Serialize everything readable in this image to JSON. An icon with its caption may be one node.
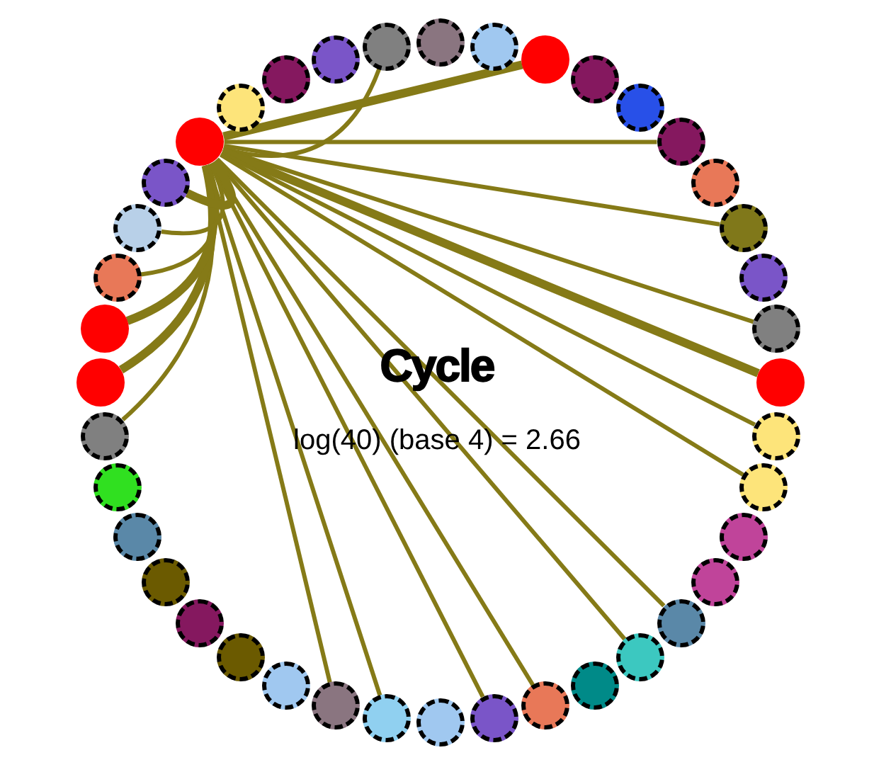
{
  "diagram": {
    "title": "Cycle",
    "nodes": [
      {
        "text": [],
        "shape": "circle"
      },
      {
        "text": [],
        "shape": "circle"
      },
      {
        "text": [],
        "shape": "circle"
      },
      {
        "text": [],
        "shape": "circle"
      },
      {
        "text": [],
        "shape": "circle"
      },
      {
        "text": [],
        "shape": "circle"
      },
      {
        "text": [],
        "shape": "circle"
      },
      {
        "text": [],
        "shape": "circle"
      },
      {
        "text": [],
        "shape": "circle"
      },
      {
        "text": [],
        "shape": "circle"
      },
      {
        "text": [],
        "shape": "circle"
      },
      {
        "text": [],
        "shape": "circle"
      },
      {
        "text": [],
        "shape": "circle"
      },
      {
        "text": [],
        "shape": "circle"
      },
      {
        "text": [],
        "shape": "circle"
      },
      {
        "text": [],
        "shape": "circle"
      },
      {
        "text": [],
        "shape": "circle"
      },
      {
        "text": [],
        "shape": "circle"
      },
      {
        "text": [],
        "shape": "circle"
      },
      {
        "text": [],
        "shape": "circle"
      },
      {
        "text": [],
        "shape": "circle"
      },
      {
        "text": [],
        "shape": "circle"
      },
      {
        "text": [],
        "shape": "circle"
      },
      {
        "text": [],
        "shape": "circle"
      },
      {
        "text": [],
        "shape": "circle"
      },
      {
        "text": [],
        "shape": "circle"
      },
      {
        "text": [],
        "shape": "circle"
      },
      {
        "text": [],
        "shape": "circle"
      },
      {
        "text": [],
        "shape": "circle"
      },
      {
        "text": [],
        "shape": "circle"
      },
      {
        "text": [],
        "shape": "circle"
      },
      {
        "text": [],
        "shape": "circle"
      },
      {
        "text": [],
        "shape": "circle"
      },
      {
        "text": [],
        "shape": "circle"
      },
      {
        "text": [],
        "shape": "circle"
      },
      {
        "text": [],
        "shape": "circle"
      },
      {
        "text": [],
        "shape": "circle"
      },
      {
        "text": [],
        "shape": "circle"
      },
      {
        "text": [],
        "shape": "circle"
      },
      {
        "text": [],
        "shape": "circle"
      }
    ],
    "edges": [
      {
        "from": 35,
        "to": 39,
        "arrow": "none"
      },
      {
        "from": 35,
        "to": 2,
        "arrow": "none",
        "style": "thick"
      },
      {
        "from": 35,
        "to": 5,
        "arrow": "none"
      },
      {
        "from": 35,
        "to": 7,
        "arrow": "none"
      },
      {
        "from": 35,
        "to": 9,
        "arrow": "none"
      },
      {
        "from": 35,
        "to": 10,
        "arrow": "none",
        "style": "thick"
      },
      {
        "from": 35,
        "to": 11,
        "arrow": "none"
      },
      {
        "from": 35,
        "to": 12,
        "arrow": "none"
      },
      {
        "from": 35,
        "to": 15,
        "arrow": "none"
      },
      {
        "from": 35,
        "to": 16,
        "arrow": "none"
      },
      {
        "from": 35,
        "to": 18,
        "arrow": "none"
      },
      {
        "from": 35,
        "to": 19,
        "arrow": "none"
      },
      {
        "from": 35,
        "to": 21,
        "arrow": "none"
      },
      {
        "from": 35,
        "to": 22,
        "arrow": "none"
      },
      {
        "from": 35,
        "to": 29,
        "arrow": "none"
      },
      {
        "from": 35,
        "to": 30,
        "arrow": "none",
        "style": "thick"
      },
      {
        "from": 35,
        "to": 31,
        "arrow": "none",
        "style": "thick"
      },
      {
        "from": 35,
        "to": 32,
        "arrow": "none"
      },
      {
        "from": 35,
        "to": 33,
        "arrow": "none"
      },
      {
        "from": 35,
        "to": 34,
        "arrow": "none",
        "style": "thick"
      }
    ],
    "labels": [
      "log(40) (base 4) = 2.66"
    ]
  }
}
